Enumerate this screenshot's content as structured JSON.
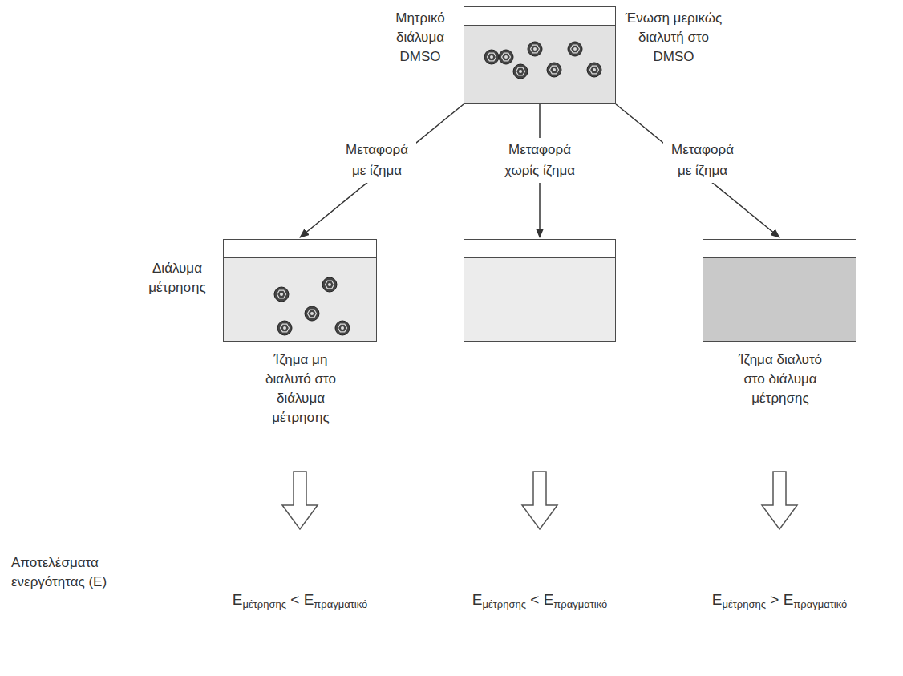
{
  "diagram": {
    "nodes": [
      {
        "text": [
          "Μητρικό διάλυμα DMSO",
          "Ένωση μερικώς διαλυτή στο DMSO"
        ]
      },
      {
        "text": [
          "Διάλυμα μέτρησης",
          "Ίζημα μη διαλυτό στο διάλυμα μέτρησης"
        ]
      },
      {
        "text": []
      },
      {
        "text": [
          "Ίζημα διαλυτό στο διάλυμα μέτρησης"
        ]
      }
    ],
    "edges": [
      {
        "from": 0,
        "to": 1,
        "label": "Μεταφορά με ίζημα",
        "arrow": "to"
      },
      {
        "from": 0,
        "to": 2,
        "label": "Μεταφορά χωρίς ίζημα",
        "arrow": "to"
      },
      {
        "from": 0,
        "to": 3,
        "label": "Μεταφορά με ίζημα",
        "arrow": "to"
      }
    ],
    "labels": [
      "Αποτελέσματα ενεργότητας (Ε)",
      "Εμέτρησης < Επραγματικό",
      "Εμέτρησης < Επραγματικό",
      "Εμέτρησης > Επραγματικό"
    ]
  }
}
